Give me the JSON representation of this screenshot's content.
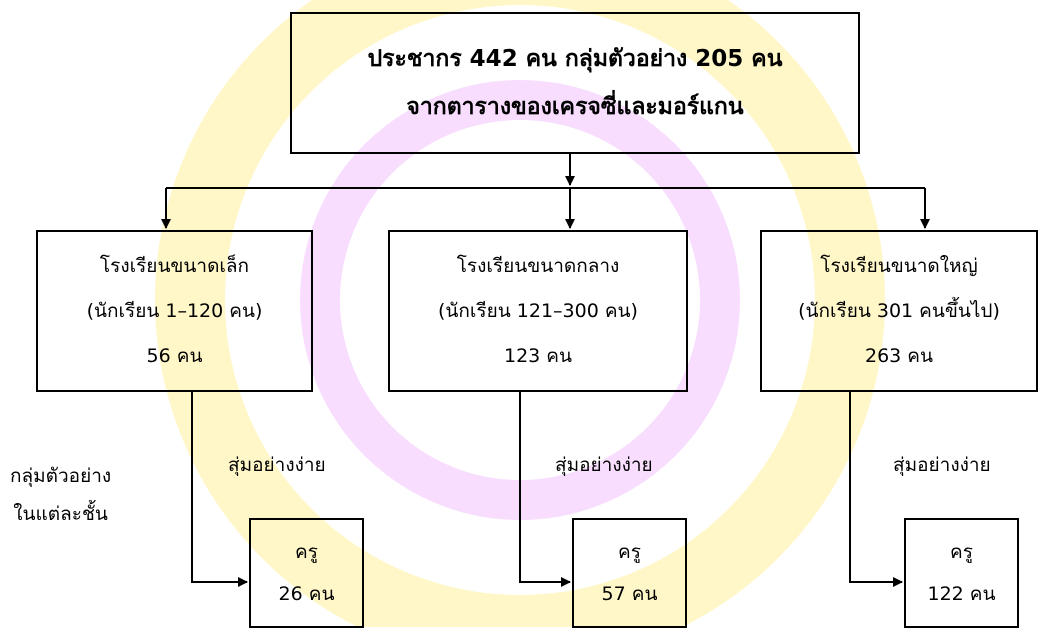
{
  "watermark": {
    "color": "#fff4b0",
    "color2": "#f3c6ff"
  },
  "population_box": {
    "line1": "ประชากร 442 คน กลุ่มตัวอย่าง 205 คน",
    "line2": "จากตารางของเครจซี่และมอร์แกน"
  },
  "schools": [
    {
      "name": "โรงเรียนขนาดเล็ก",
      "range": "(นักเรียน 1–120 คน)",
      "count": "56 คน"
    },
    {
      "name": "โรงเรียนขนาดกลาง",
      "range": "(นักเรียน 121–300 คน)",
      "count": "123 คน"
    },
    {
      "name": "โรงเรียนขนาดใหญ่",
      "range": "(นักเรียน 301 คนขึ้นไป)",
      "count": "263 คน"
    }
  ],
  "sample_label": {
    "line1": "กลุ่มตัวอย่าง",
    "line2": "ในแต่ละชั้น"
  },
  "sampling_method": "สุ่มอย่างง่าย",
  "teachers": [
    {
      "title": "ครู",
      "count": "26 คน"
    },
    {
      "title": "ครู",
      "count": "57 คน"
    },
    {
      "title": "ครู",
      "count": "122 คน"
    }
  ]
}
